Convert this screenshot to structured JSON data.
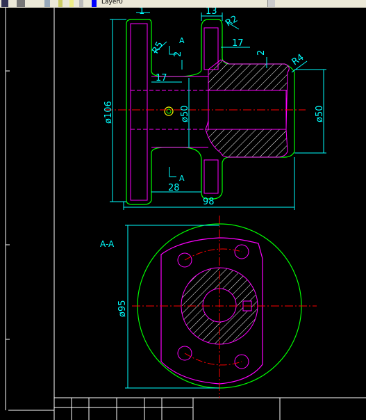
{
  "toolbar": {
    "layer_label": "Layer0",
    "icons": [
      "app-icon",
      "undo-icon",
      "layer-state-icon",
      "bulb-icon",
      "sun-icon",
      "lock-icon",
      "color-swatch-icon"
    ]
  },
  "colors": {
    "background": "#000000",
    "outline": "#00ff00",
    "hidden": "#ff00ff",
    "centerline": "#ff0000",
    "dimension": "#00ffff",
    "frame": "#ffffff"
  },
  "drawing": {
    "front_view": {
      "dims": {
        "top_width": "1",
        "top_width2": "13",
        "radius_top": "R2",
        "r5": "R5",
        "two_a": "2",
        "seventeen_a": "17",
        "seventeen_b": "17",
        "two_b": "2",
        "r4": "R4",
        "dia106": "ø106",
        "dia50_a": "ø50",
        "dia50_b": "ø50",
        "twenty_eight": "28",
        "ninety_eight": "98",
        "section_A_top": "A",
        "section_A_bottom": "A"
      }
    },
    "section_view": {
      "title": "A-A",
      "dia95": "ø95"
    }
  }
}
